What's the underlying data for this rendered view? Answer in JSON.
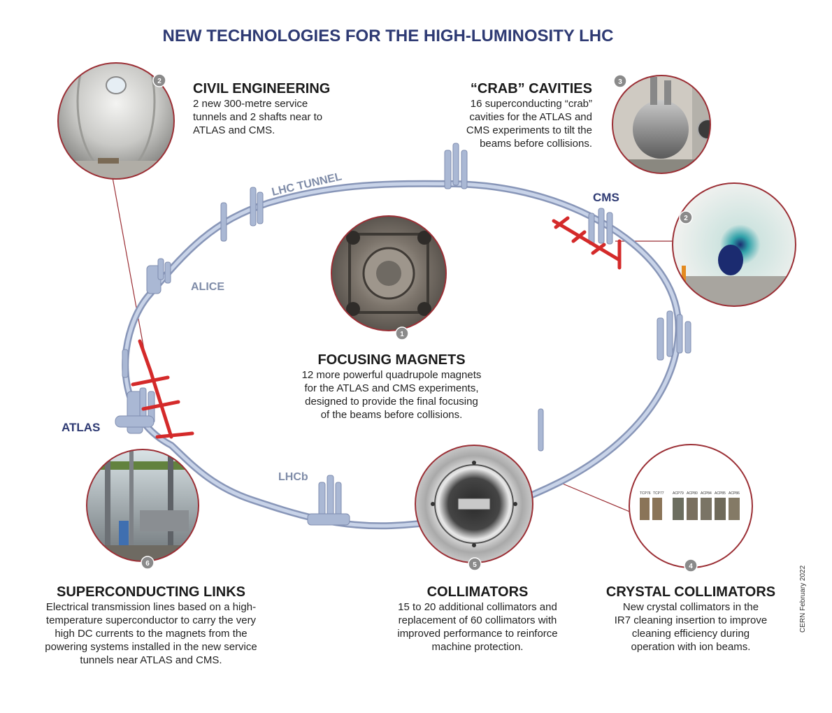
{
  "title": "NEW TECHNOLOGIES FOR THE HIGH-LUMINOSITY LHC",
  "labels": {
    "tunnel": "LHC TUNNEL",
    "alice": "ALICE",
    "cms": "CMS",
    "atlas": "ATLAS",
    "lhcb": "LHCb"
  },
  "blocks": {
    "civil": {
      "title": "CIVIL ENGINEERING",
      "lines": [
        "2 new 300-metre service",
        "tunnels and 2 shafts near to",
        "ATLAS and CMS."
      ],
      "badges": [
        "2",
        "2"
      ]
    },
    "crab": {
      "title": "“CRAB” CAVITIES",
      "lines": [
        "16 superconducting “crab”",
        "cavities for the ATLAS and",
        "CMS experiments to tilt the",
        "beams before collisions."
      ],
      "badge": "3"
    },
    "focus": {
      "title": "FOCUSING MAGNETS",
      "lines": [
        "12 more powerful quadrupole magnets",
        "for the ATLAS and CMS experiments,",
        "designed to provide the final focusing",
        "of the beams before collisions."
      ],
      "badge": "1"
    },
    "links": {
      "title": "SUPERCONDUCTING LINKS",
      "lines": [
        "Electrical transmission lines based on a high-",
        "temperature superconductor to carry the very",
        "high DC currents to the magnets from the",
        "powering systems installed in the new service",
        "tunnels near ATLAS and CMS."
      ],
      "badge": "6"
    },
    "collimators": {
      "title": "COLLIMATORS",
      "lines": [
        "15 to 20 additional collimators and",
        "replacement of 60 collimators with",
        "improved performance to reinforce",
        "machine protection."
      ],
      "badge": "5"
    },
    "crystal": {
      "title": "CRYSTAL COLLIMATORS",
      "lines": [
        "New crystal collimators in the",
        "IR7 cleaning insertion to improve",
        "cleaning efficiency during",
        "operation with ion beams."
      ],
      "badge": "4",
      "photo_labels": [
        "TCP76",
        "TCP77",
        "ACP79",
        "ACP80",
        "ACP84",
        "ACP85",
        "ACP86"
      ]
    }
  },
  "credit": "CERN February 2022",
  "colors": {
    "title": "#2e3a73",
    "ring": "#b7c4dd",
    "ring_dark": "#8896b8",
    "highlight": "#d42a2a",
    "circle_border": "#9b2f35",
    "badge": "#8a8a8a"
  }
}
